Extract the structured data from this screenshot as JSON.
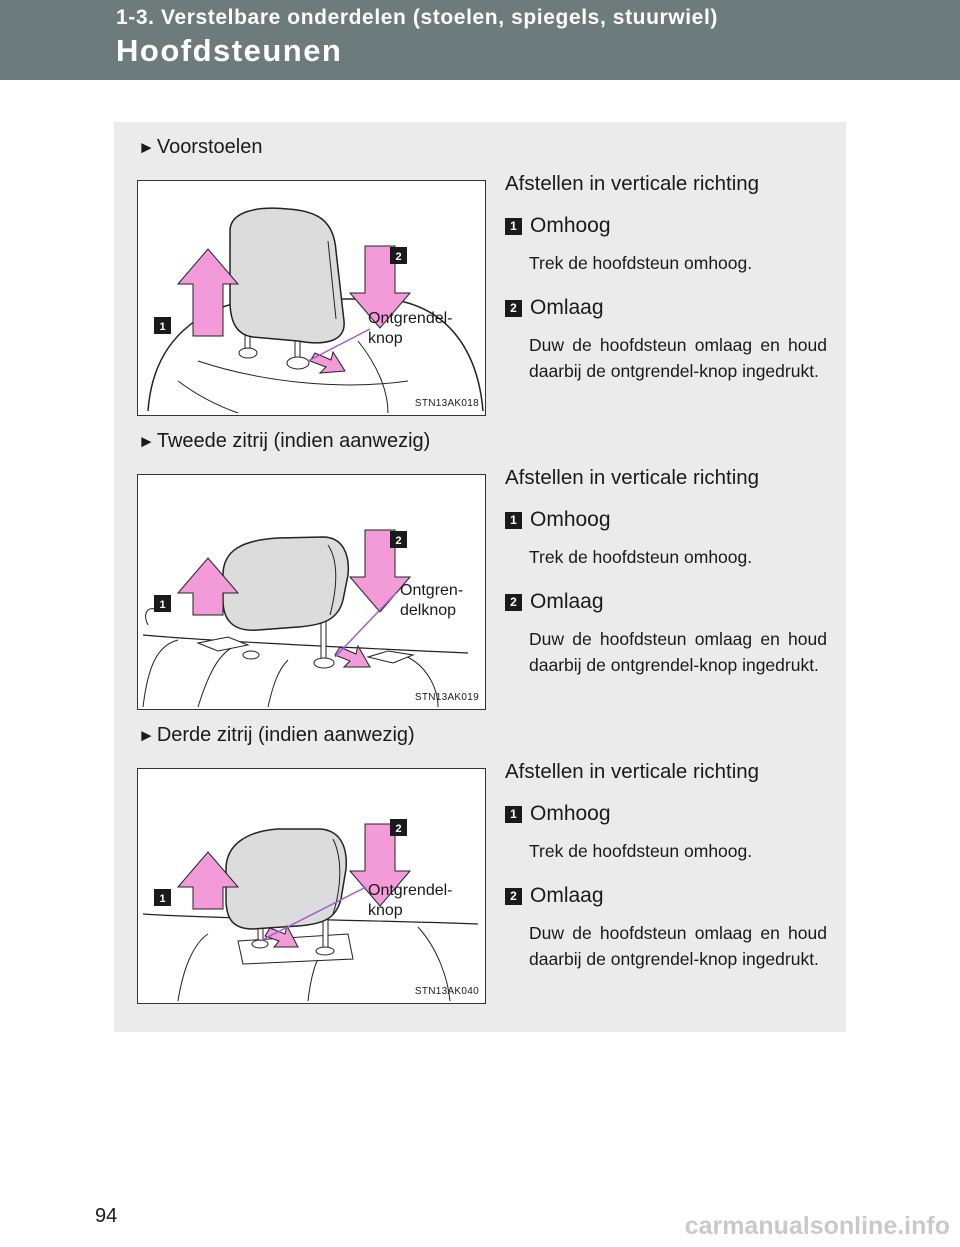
{
  "header": {
    "chapter": "1-3. Verstelbare onderdelen (stoelen, spiegels, stuurwiel)",
    "title": "Hoofdsteunen"
  },
  "sections": [
    {
      "heading": "Voorstoelen",
      "figure_code": "STN13AK018",
      "figure_label": "Ontgrendel-\nknop",
      "adjust_heading": "Afstellen in verticale richting",
      "steps": [
        {
          "number": "1",
          "label": "Omhoog",
          "description": "Trek de hoofdsteun omhoog."
        },
        {
          "number": "2",
          "label": "Omlaag",
          "description": "Duw de hoofdsteun omlaag en houd daarbij de ontgrendel-knop ingedrukt."
        }
      ]
    },
    {
      "heading": "Tweede zitrij (indien aanwezig)",
      "figure_code": "STN13AK019",
      "figure_label": "Ontgren-\ndelknop",
      "adjust_heading": "Afstellen in verticale richting",
      "steps": [
        {
          "number": "1",
          "label": "Omhoog",
          "description": "Trek de hoofdsteun omhoog."
        },
        {
          "number": "2",
          "label": "Omlaag",
          "description": "Duw de hoofdsteun omlaag en houd daarbij de ontgrendel-knop ingedrukt."
        }
      ]
    },
    {
      "heading": "Derde zitrij (indien aanwezig)",
      "figure_code": "STN13AK040",
      "figure_label": "Ontgrendel-\nknop",
      "adjust_heading": "Afstellen in verticale richting",
      "steps": [
        {
          "number": "1",
          "label": "Omhoog",
          "description": "Trek de hoofdsteun omhoog."
        },
        {
          "number": "2",
          "label": "Omlaag",
          "description": "Duw de hoofdsteun omlaag en houd daarbij de ontgrendel-knop ingedrukt."
        }
      ]
    }
  ],
  "page_number": "94",
  "watermark": "carmanualsonline.info",
  "colors": {
    "header_bg": "#6e7b7c",
    "panel_bg": "#ebebeb",
    "arrow_fill": "#f39bd8",
    "pointer_line": "#a05cd0",
    "headrest_fill": "#dcdcdc"
  }
}
